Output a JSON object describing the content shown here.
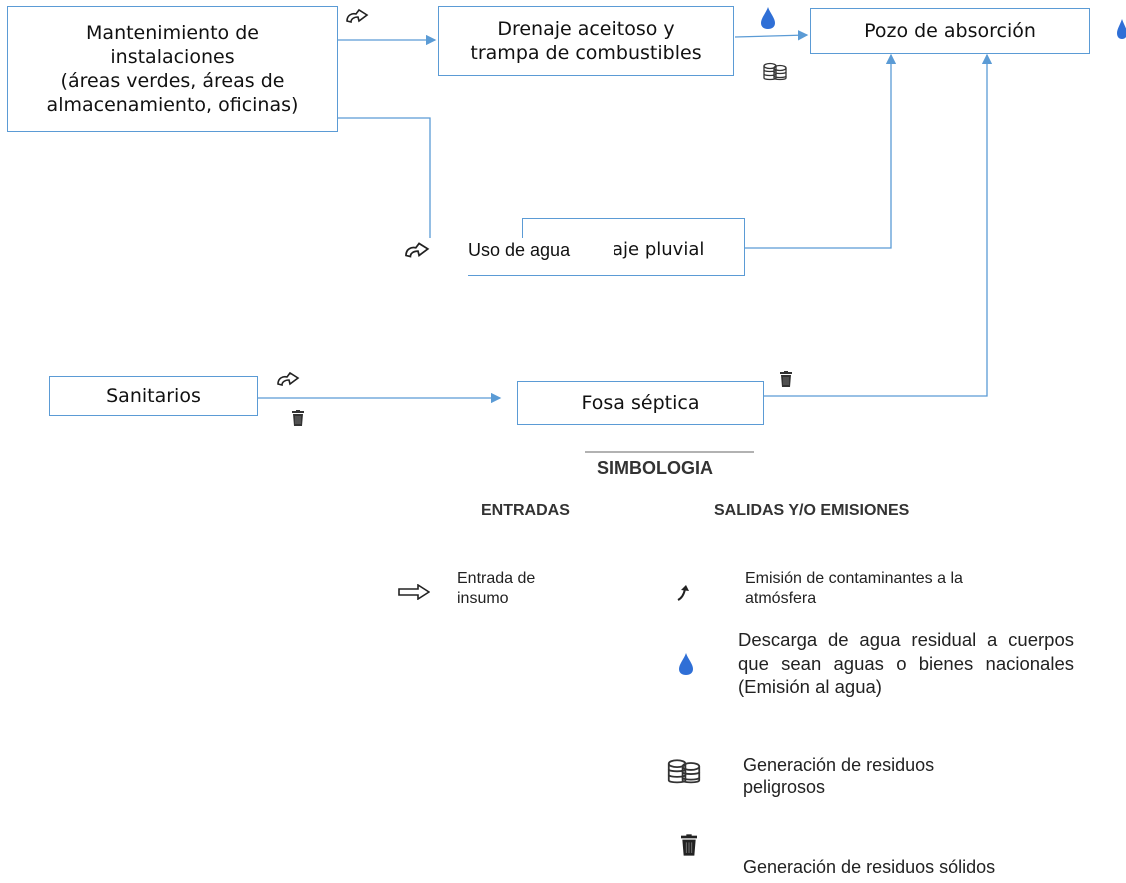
{
  "process_boxes": {
    "mantenimiento": "Mantenimiento de\ninstalaciones\n(áreas verdes, áreas de\nalmacenamiento, oficinas)",
    "drenaje_aceitoso": "Drenaje aceitoso y\ntrampa de combustibles",
    "pozo": "Pozo de absorción",
    "drenaje_pluvial_visible": "aje pluvial",
    "sanitarios": "Sanitarios",
    "fosa": "Fosa séptica"
  },
  "floating_label": "Uso de agua",
  "legend": {
    "title": "SIMBOLOGIA",
    "inputs_header": "ENTRADAS",
    "outputs_header": "SALIDAS Y/O EMISIONES",
    "input_item": "Entrada de\ninsumo",
    "emission_air": "Emisión de contaminantes a la\natmósfera",
    "emission_water": "Descarga de agua residual a cuerpos que sean aguas o bienes nacionales (Emisión al agua)",
    "hazardous_waste": "Generación de residuos\npeligrosos",
    "solid_waste": "Generación de residuos sólidos"
  },
  "colors": {
    "box_border": "#5b9bd5",
    "connector": "#5b9bd5",
    "water_drop": "#2f6fd6",
    "trash": "#3b3b3b"
  },
  "icons": [
    "hand-input-icon",
    "water-drop-icon",
    "hazardous-waste-icon",
    "trash-icon",
    "hollow-arrow-icon",
    "air-emission-icon"
  ]
}
